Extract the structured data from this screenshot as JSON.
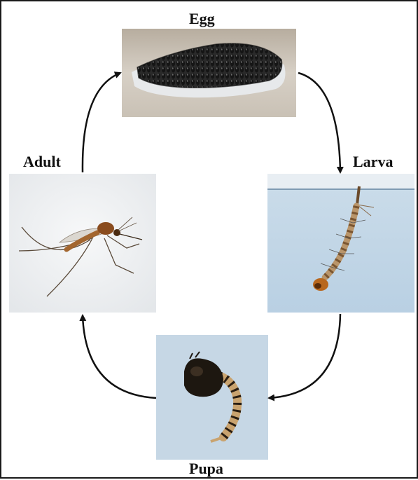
{
  "stages": {
    "egg": {
      "label": "Egg"
    },
    "larva": {
      "label": "Larva"
    },
    "pupa": {
      "label": "Pupa"
    },
    "adult": {
      "label": "Adult"
    }
  },
  "cycle_order": [
    "egg",
    "larva",
    "pupa",
    "adult"
  ],
  "colors": {
    "border": "#1a1a1a",
    "arrow": "#111111",
    "egg_background": "#c7bfb4",
    "water_background": "#bcd3e6",
    "adult_background": "#eef0f2"
  }
}
